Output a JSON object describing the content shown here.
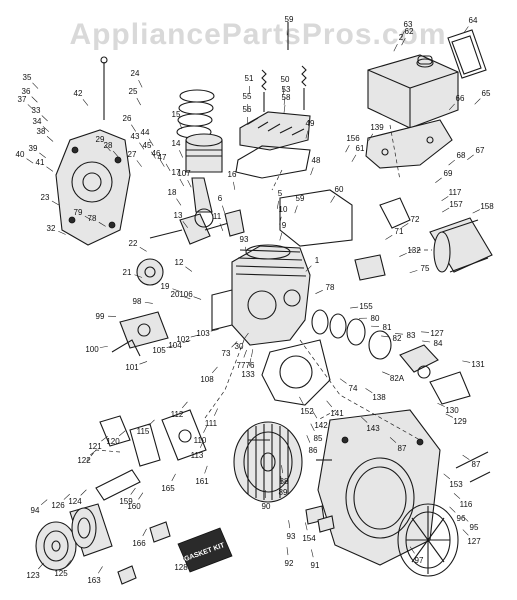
{
  "watermark": "AppliancePartsPros.com",
  "gasket_kit_label": "GASKET KIT",
  "part_labels": [
    "59",
    "63",
    "64",
    "2",
    "24",
    "25",
    "26",
    "35",
    "36",
    "37",
    "33",
    "34",
    "38",
    "39",
    "40",
    "41",
    "42",
    "43",
    "44",
    "45",
    "46",
    "47",
    "27",
    "28",
    "29",
    "15",
    "14",
    "16",
    "17",
    "18",
    "107",
    "51",
    "55",
    "56",
    "50",
    "53",
    "58",
    "49",
    "48",
    "156",
    "139",
    "61",
    "62",
    "65",
    "66",
    "67",
    "68",
    "69",
    "117",
    "157",
    "158",
    "23",
    "32",
    "79",
    "78",
    "13",
    "11",
    "12",
    "22",
    "6",
    "5",
    "10",
    "9",
    "93",
    "1",
    "59",
    "60",
    "72",
    "71",
    "132",
    "75",
    "21",
    "19",
    "20",
    "106",
    "98",
    "99",
    "100",
    "101",
    "105",
    "104",
    "102",
    "103",
    "30",
    "73",
    "77",
    "76",
    "74",
    "133",
    "78",
    "155",
    "80",
    "81",
    "82",
    "83",
    "127",
    "84",
    "131",
    "82A",
    "108",
    "138",
    "130",
    "129",
    "112",
    "110",
    "111",
    "113",
    "115",
    "120",
    "121",
    "122",
    "160",
    "161",
    "165",
    "152",
    "143",
    "141",
    "85",
    "86",
    "142",
    "87",
    "89",
    "88",
    "90",
    "93",
    "92",
    "91",
    "154",
    "153",
    "97",
    "96",
    "95",
    "116",
    "127",
    "87",
    "94",
    "126",
    "124",
    "123",
    "125",
    "159",
    "163",
    "166",
    "128"
  ],
  "icons": {
    "engine-block": "engine-block-icon",
    "fuel-tank": "fuel-tank-icon",
    "flywheel": "flywheel-icon",
    "starter-motor": "starter-motor-icon",
    "muffler": "muffler-icon",
    "gasket-kit": "gasket-kit-icon"
  }
}
